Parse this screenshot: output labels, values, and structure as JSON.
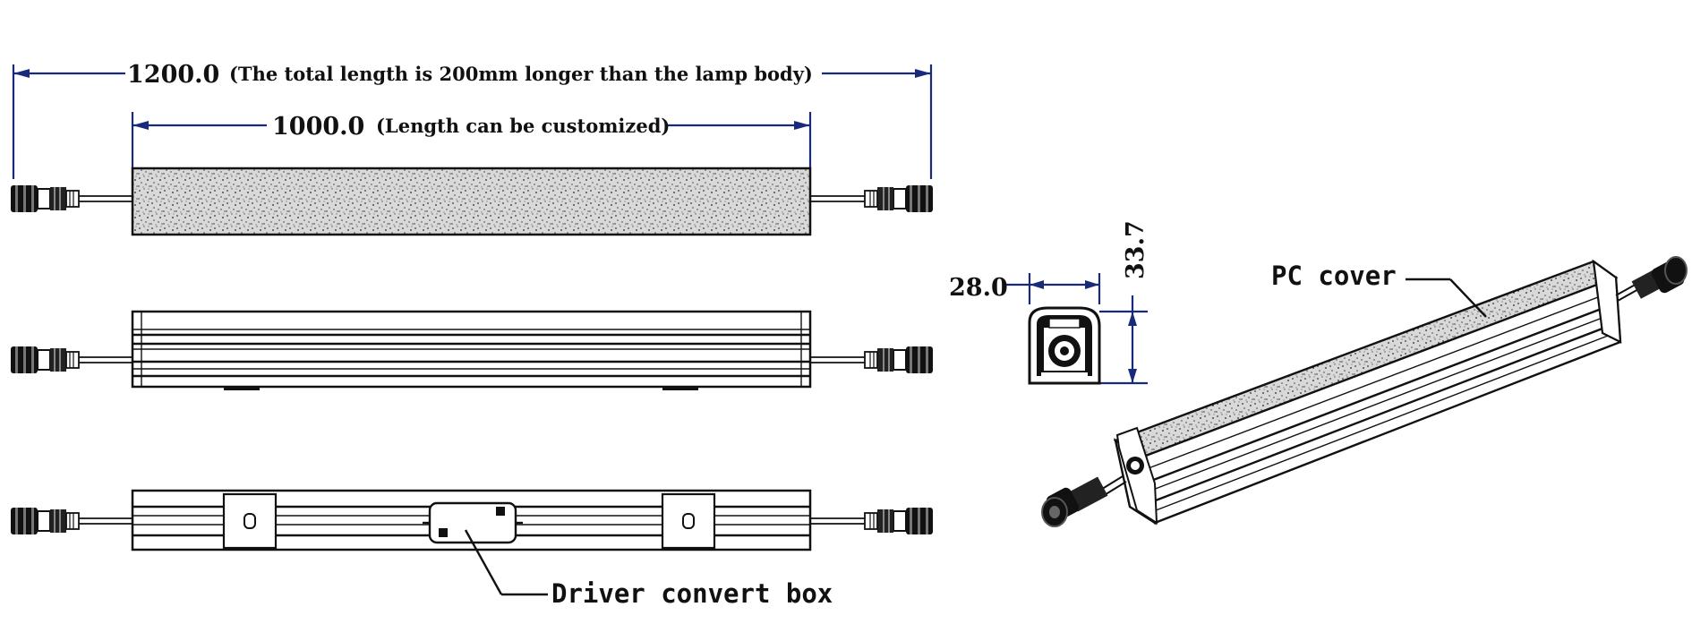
{
  "dimensions": {
    "total_length": "1200.0",
    "total_note": "(The total length is 200mm longer than the lamp body)",
    "body_length": "1000.0",
    "body_note": "(Length can be customized)",
    "width": "28.0",
    "height": "33.7"
  },
  "labels": {
    "driver": "Driver convert box",
    "cover": "PC  cover"
  },
  "colors": {
    "dimension_line": "#1a2a7a",
    "outline": "#111111"
  }
}
